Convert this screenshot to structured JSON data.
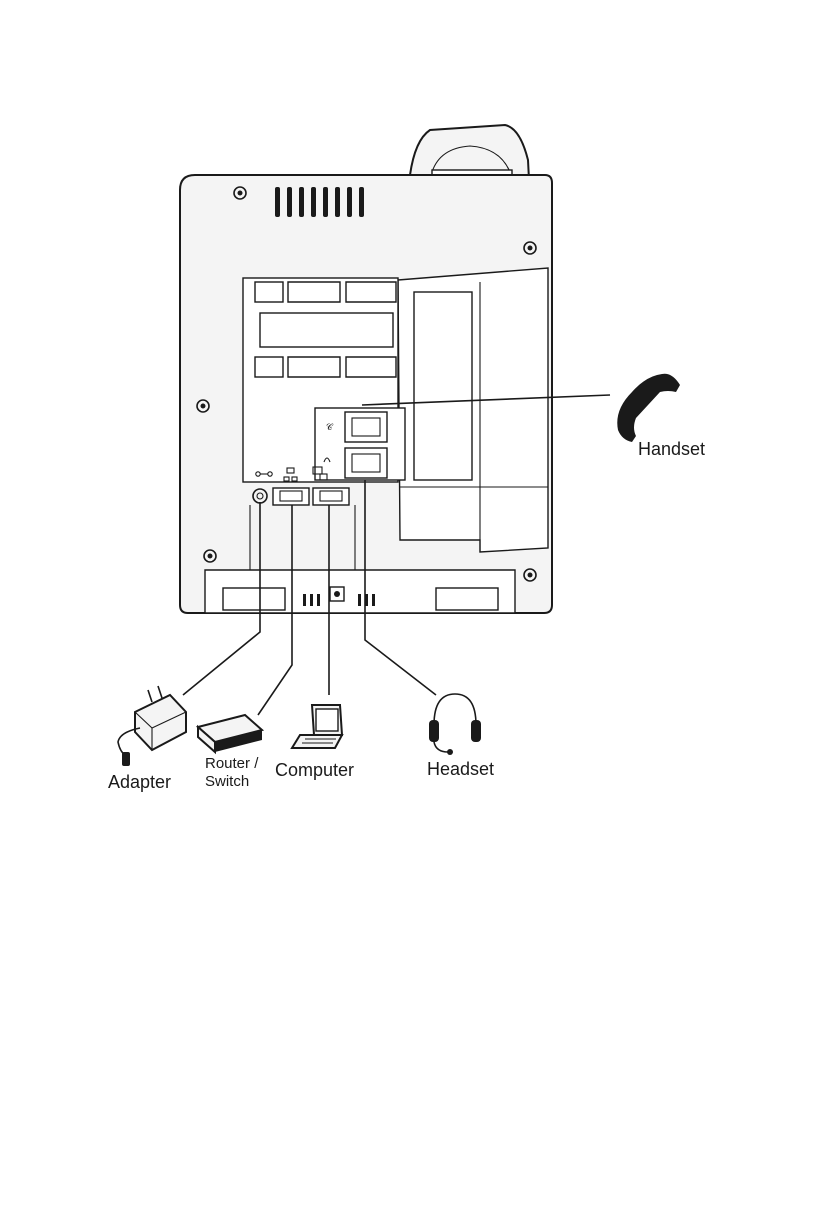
{
  "labels": {
    "handset": "Handset",
    "adapter": "Adapter",
    "router_line1": "Router /",
    "router_line2": "Switch",
    "computer": "Computer",
    "headset": "Headset"
  },
  "icons": {
    "handset": "handset-icon",
    "adapter": "power-adapter-icon",
    "router": "router-switch-icon",
    "computer": "laptop-icon",
    "headset": "headset-icon",
    "power_port": "dc-power-port-icon",
    "lan_port": "network-port-icon",
    "pc_port": "pc-port-icon"
  },
  "colors": {
    "line": "#1a1a1a",
    "body": "#f4f4f4",
    "paper": "#ffffff"
  }
}
